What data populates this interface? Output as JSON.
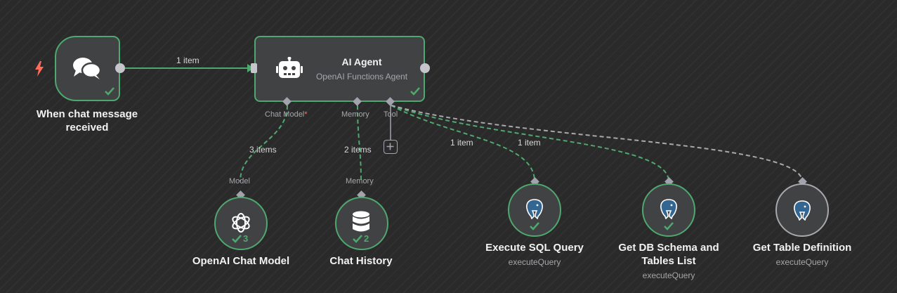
{
  "nodes": {
    "trigger": {
      "label": "When chat message received"
    },
    "agent": {
      "title": "AI Agent",
      "subtitle": "OpenAI Functions Agent"
    },
    "chat_model": {
      "label": "OpenAI Chat Model",
      "port_label": "Model",
      "run_count": "3"
    },
    "chat_history": {
      "label": "Chat History",
      "port_label": "Memory",
      "run_count": "2"
    },
    "execute_sql": {
      "label": "Execute SQL Query",
      "sublabel": "executeQuery"
    },
    "get_schema": {
      "label": "Get DB Schema and Tables List",
      "sublabel": "executeQuery"
    },
    "get_table_def": {
      "label": "Get Table Definition",
      "sublabel": "executeQuery"
    }
  },
  "agent_ports": {
    "chat_model": "Chat Model",
    "required_mark": "*",
    "memory": "Memory",
    "tool": "Tool"
  },
  "connections": {
    "trigger_to_agent": "1 item",
    "chat_model_items": "3 items",
    "memory_items": "2 items",
    "execute_sql_items": "1 item",
    "get_schema_items": "1 item"
  },
  "colors": {
    "success_green": "#4fa86f",
    "trigger_red": "#ff6d5a",
    "inactive_gray": "#a8a8ad"
  },
  "icons": {
    "trigger": "chat-bubbles-icon",
    "agent": "robot-icon",
    "chat_model": "openai-icon",
    "chat_history": "database-icon",
    "tools": "postgres-elephant-icon"
  }
}
